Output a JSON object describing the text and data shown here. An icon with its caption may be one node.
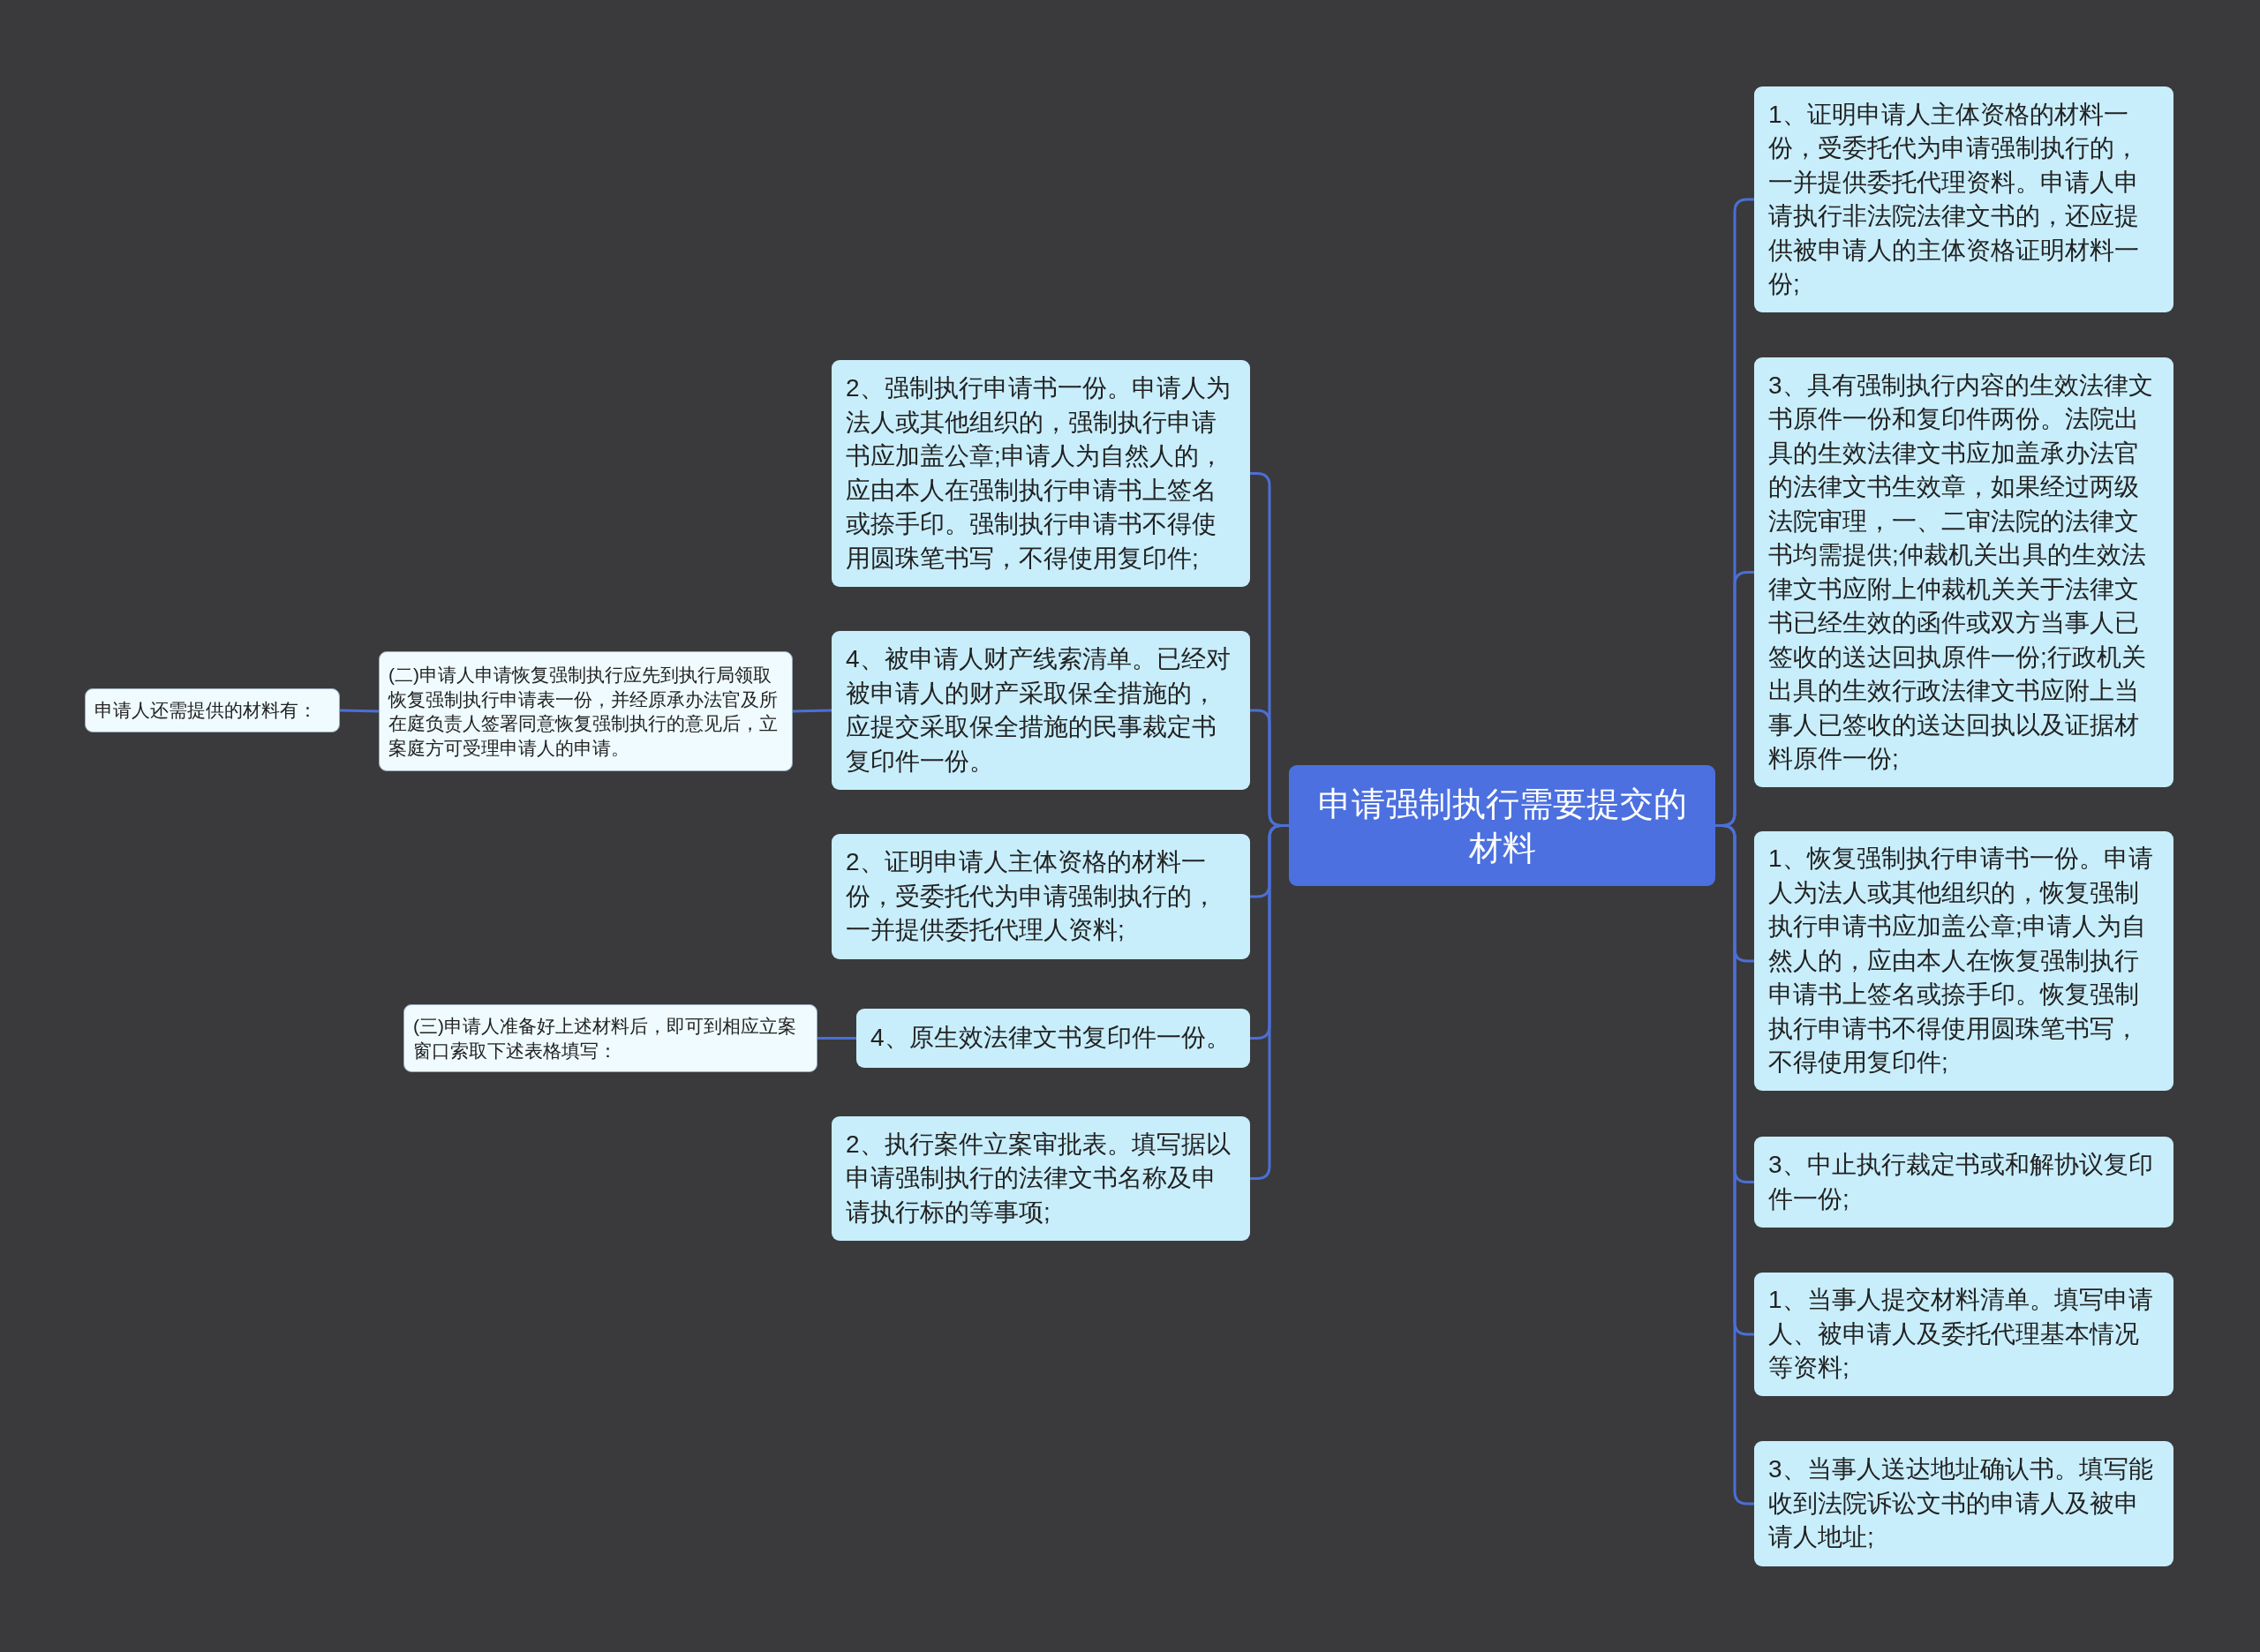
{
  "diagram": {
    "nodes": [
      {
        "text": [
          "申请强制执行需要提交的材料"
        ]
      },
      {
        "text": [
          "1、证明申请人主体资格的材料一份，受委托代为申请强制执行的，一并提供委托代理资料。申请人申请执行非法院法律文书的，还应提供被申请人的主体资格证明材料一份;"
        ]
      },
      {
        "text": [
          "3、具有强制执行内容的生效法律文书原件一份和复印件两份。法院出具的生效法律文书应加盖承办法官的法律文书生效章，如果经过两级法院审理，一、二审法院的法律文书均需提供;仲裁机关出具的生效法律文书应附上仲裁机关关于法律文书已经生效的函件或双方当事人已签收的送达回执原件一份;行政机关出具的生效行政法律文书应附上当事人已签收的送达回执以及证据材料原件一份;"
        ]
      },
      {
        "text": [
          "1、恢复强制执行申请书一份。申请人为法人或其他组织的，恢复强制执行申请书应加盖公章;申请人为自然人的，应由本人在恢复强制执行申请书上签名或捺手印。恢复强制执行申请书不得使用圆珠笔书写，不得使用复印件;"
        ]
      },
      {
        "text": [
          "3、中止执行裁定书或和解协议复印件一份;"
        ]
      },
      {
        "text": [
          "1、当事人提交材料清单。填写申请人、被申请人及委托代理基本情况等资料;"
        ]
      },
      {
        "text": [
          "3、当事人送达地址确认书。填写能收到法院诉讼文书的申请人及被申请人地址;"
        ]
      },
      {
        "text": [
          "2、强制执行申请书一份。申请人为法人或其他组织的，强制执行申请书应加盖公章;申请人为自然人的，应由本人在强制执行申请书上签名或捺手印。强制执行申请书不得使用圆珠笔书写，不得使用复印件;"
        ]
      },
      {
        "text": [
          "4、被申请人财产线索清单。已经对被申请人的财产采取保全措施的，应提交采取保全措施的民事裁定书复印件一份。"
        ]
      },
      {
        "text": [
          "2、证明申请人主体资格的材料一份，受委托代为申请强制执行的，一并提供委托代理人资料;"
        ]
      },
      {
        "text": [
          "4、原生效法律文书复印件一份。"
        ]
      },
      {
        "text": [
          "2、执行案件立案审批表。填写据以申请强制执行的法律文书名称及申请执行标的等事项;"
        ]
      },
      {
        "text": [
          "(二)申请人申请恢复强制执行应先到执行局领取恢复强制执行申请表一份，并经原承办法官及所在庭负责人签署同意恢复强制执行的意见后，立案庭方可受理申请人的申请。"
        ]
      },
      {
        "text": [
          "申请人还需提供的材料有："
        ]
      },
      {
        "text": [
          "(三)申请人准备好上述材料后，即可到相应立案窗口索取下述表格填写："
        ]
      }
    ],
    "edges": [
      {
        "from": 0,
        "to": 1,
        "arrow": "none"
      },
      {
        "from": 0,
        "to": 2,
        "arrow": "none"
      },
      {
        "from": 0,
        "to": 3,
        "arrow": "none"
      },
      {
        "from": 0,
        "to": 4,
        "arrow": "none"
      },
      {
        "from": 0,
        "to": 5,
        "arrow": "none"
      },
      {
        "from": 0,
        "to": 6,
        "arrow": "none"
      },
      {
        "from": 0,
        "to": 7,
        "arrow": "none"
      },
      {
        "from": 0,
        "to": 8,
        "arrow": "none"
      },
      {
        "from": 0,
        "to": 9,
        "arrow": "none"
      },
      {
        "from": 0,
        "to": 10,
        "arrow": "none"
      },
      {
        "from": 0,
        "to": 11,
        "arrow": "none"
      },
      {
        "from": 8,
        "to": 12,
        "arrow": "none"
      },
      {
        "from": 12,
        "to": 13,
        "arrow": "none"
      },
      {
        "from": 10,
        "to": 14,
        "arrow": "none"
      }
    ]
  }
}
